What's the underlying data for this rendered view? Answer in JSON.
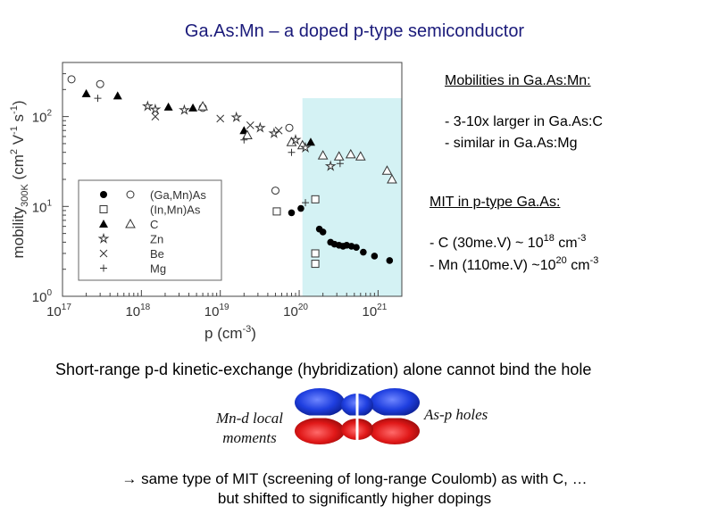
{
  "slide": {
    "title": "Ga.As:Mn – a doped p-type semiconductor",
    "mobility_heading": "Mobilities in Ga.As:Mn:",
    "mobility_lines": [
      "- 3-10x larger in Ga.As:C",
      "- similar in Ga.As:Mg"
    ],
    "mit_heading": "MIT in p-type Ga.As:",
    "mit_lines": [
      {
        "prefix": "- C (30me.V) ~ 10",
        "exp": "18",
        "middle": " cm",
        "unit_exp": "-3"
      },
      {
        "prefix": "- Mn (110me.V) ~10",
        "exp": "20",
        "middle": " cm",
        "unit_exp": "-3"
      }
    ],
    "statement": "Short-range p-d kinetic-exchange  (hybridization) alone cannot bind the hole",
    "orbital_left_label": "Mn-d local moments",
    "orbital_right_label": "As-p holes",
    "conclusion_line1": "→ same type of MIT (screening of long-range Coulomb) as with C, …",
    "conclusion_line2": "but shifted to significantly higher dopings"
  },
  "chart_data": {
    "type": "scatter",
    "title": "",
    "xlabel": "p (cm-3)",
    "ylabel": "mobility300K (cm2 V-1 s-1)",
    "xscale": "log",
    "yscale": "log",
    "xlim": [
      1e+17,
      2e+21
    ],
    "ylim": [
      1,
      400
    ],
    "x_tick_labels": [
      {
        "base": "10",
        "exp": "17",
        "value": 1e+17
      },
      {
        "base": "10",
        "exp": "18",
        "value": 1e+18
      },
      {
        "base": "10",
        "exp": "19",
        "value": 1e+19
      },
      {
        "base": "10",
        "exp": "20",
        "value": 1e+20
      },
      {
        "base": "10",
        "exp": "21",
        "value": 1e+21
      }
    ],
    "y_tick_labels": [
      {
        "base": "10",
        "exp": "0",
        "value": 1
      },
      {
        "base": "10",
        "exp": "1",
        "value": 10
      },
      {
        "base": "10",
        "exp": "2",
        "value": 100
      }
    ],
    "shaded_region": {
      "x": [
        1.1e+20,
        2e+21
      ],
      "color": "#d4f2f4"
    },
    "legend_position": "bottom-left",
    "legend": [
      {
        "markers": [
          "filled-circle",
          "open-circle"
        ],
        "label": "(Ga,Mn)As"
      },
      {
        "markers": [
          "open-square"
        ],
        "label": "(In,Mn)As"
      },
      {
        "markers": [
          "filled-triangle",
          "open-triangle"
        ],
        "label": "C"
      },
      {
        "markers": [
          "star"
        ],
        "label": "Zn"
      },
      {
        "markers": [
          "cross"
        ],
        "label": "Be"
      },
      {
        "markers": [
          "plus"
        ],
        "label": "Mg"
      }
    ],
    "series": [
      {
        "name": "(Ga,Mn)As",
        "marker": "filled-circle",
        "points": [
          [
            8e+19,
            8.5
          ],
          [
            1.05e+20,
            9.5
          ],
          [
            1.8e+20,
            5.6
          ],
          [
            2e+20,
            5.2
          ],
          [
            2.5e+20,
            4.0
          ],
          [
            2.8e+20,
            3.8
          ],
          [
            3.2e+20,
            3.7
          ],
          [
            3.6e+20,
            3.6
          ],
          [
            4e+20,
            3.7
          ],
          [
            4.6e+20,
            3.6
          ],
          [
            5.3e+20,
            3.5
          ],
          [
            6.5e+20,
            3.1
          ],
          [
            9e+20,
            2.8
          ],
          [
            1.4e+21,
            2.5
          ]
        ]
      },
      {
        "name": "(Ga,Mn)As",
        "marker": "open-circle",
        "points": [
          [
            1.3e+17,
            260
          ],
          [
            3e+17,
            230
          ],
          [
            6e+18,
            125
          ],
          [
            5e+19,
            15
          ],
          [
            7.5e+19,
            75
          ]
        ]
      },
      {
        "name": "(In,Mn)As",
        "marker": "open-square",
        "points": [
          [
            5.2e+19,
            8.8
          ],
          [
            1.6e+20,
            12
          ],
          [
            1.6e+20,
            3.0
          ],
          [
            1.6e+20,
            2.3
          ]
        ]
      },
      {
        "name": "C",
        "marker": "filled-triangle",
        "points": [
          [
            2e+17,
            180
          ],
          [
            5e+17,
            170
          ],
          [
            2.2e+18,
            128
          ],
          [
            4.5e+18,
            125
          ],
          [
            2e+19,
            70
          ],
          [
            1.4e+20,
            52
          ]
        ]
      },
      {
        "name": "C",
        "marker": "open-triangle",
        "points": [
          [
            6e+18,
            130
          ],
          [
            2.2e+19,
            62
          ],
          [
            8e+19,
            52
          ],
          [
            1.1e+20,
            48
          ],
          [
            2e+20,
            37
          ],
          [
            3.2e+20,
            36
          ],
          [
            4.5e+20,
            38
          ],
          [
            6e+20,
            36
          ],
          [
            1.3e+21,
            25
          ],
          [
            1.5e+21,
            20
          ]
        ]
      },
      {
        "name": "Zn",
        "marker": "star",
        "points": [
          [
            1.2e+18,
            130
          ],
          [
            1.5e+18,
            120
          ],
          [
            3.5e+18,
            118
          ],
          [
            1.6e+19,
            98
          ],
          [
            3.2e+19,
            75
          ],
          [
            4.8e+19,
            65
          ],
          [
            9e+19,
            55
          ],
          [
            1.2e+20,
            45
          ],
          [
            2.5e+20,
            28
          ]
        ]
      },
      {
        "name": "Be",
        "marker": "cross",
        "points": [
          [
            1.5e+18,
            100
          ],
          [
            1e+19,
            95
          ],
          [
            2.4e+19,
            80
          ],
          [
            5.5e+19,
            70
          ]
        ]
      },
      {
        "name": "Mg",
        "marker": "plus",
        "points": [
          [
            2.8e+17,
            160
          ],
          [
            2e+19,
            55
          ],
          [
            8e+19,
            40
          ],
          [
            1.2e+20,
            11
          ],
          [
            3.3e+20,
            30
          ]
        ]
      }
    ]
  }
}
